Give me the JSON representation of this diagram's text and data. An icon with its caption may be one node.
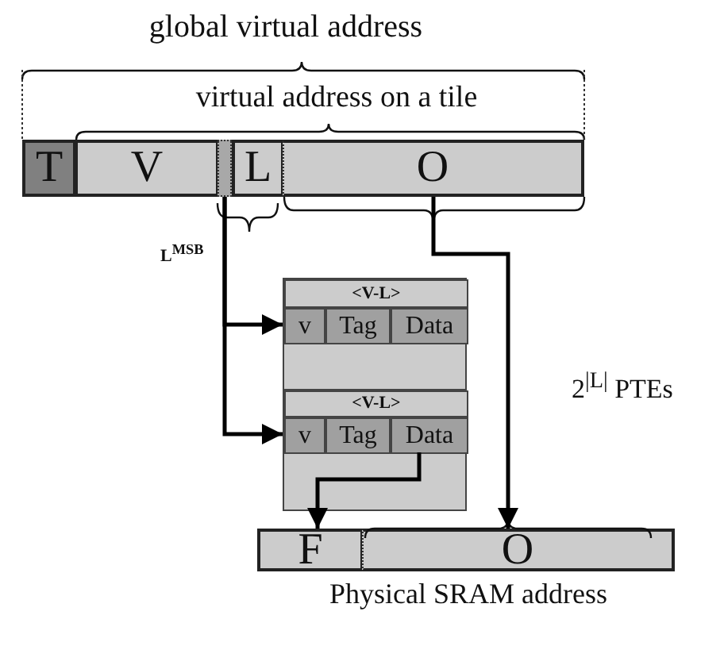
{
  "diagram": {
    "nodes": [
      {
        "text": [
          "T"
        ]
      },
      {
        "text": [
          "V"
        ]
      },
      {
        "text": [],
        "shape": "bar"
      },
      {
        "text": [
          "L"
        ]
      },
      {
        "text": [
          "O"
        ]
      },
      {
        "text": [],
        "shape": "box"
      },
      {
        "text": [
          "<V-L>"
        ],
        "in": 5
      },
      {
        "text": [
          "v"
        ],
        "in": 5
      },
      {
        "text": [
          "Tag"
        ],
        "in": 5
      },
      {
        "text": [
          "Data"
        ],
        "in": 5
      },
      {
        "text": [
          "<V-L>"
        ],
        "in": 5
      },
      {
        "text": [
          "v"
        ],
        "in": 5
      },
      {
        "text": [
          "Tag"
        ],
        "in": 5
      },
      {
        "text": [
          "Data"
        ],
        "in": 5
      },
      {
        "text": [
          "F"
        ]
      },
      {
        "text": [
          "O"
        ]
      }
    ],
    "edges": [
      {
        "from": 2,
        "to": 7,
        "arrow": "to"
      },
      {
        "from": 2,
        "to": 11,
        "arrow": "to"
      },
      {
        "from": 4,
        "to": 15,
        "arrow": "to"
      },
      {
        "from": 13,
        "to": 14,
        "arrow": "to"
      }
    ],
    "labels": [
      "global virtual address",
      "virtual address on a tile",
      "L$^{MSB}$",
      "2$^{|L|}$ PTEs",
      "Physical SRAM address"
    ]
  }
}
